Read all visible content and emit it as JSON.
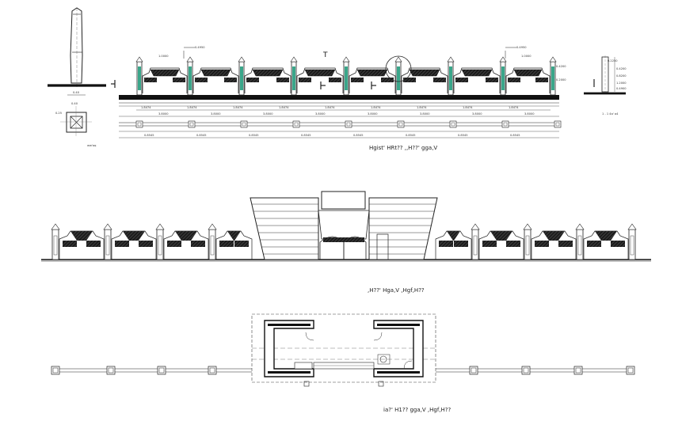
{
  "drawing": {
    "section": {
      "caption": "Hgist' HRt?? ,,H??' gga,V",
      "top_mark": "T",
      "section_mark": "T"
    },
    "column_detail": {
      "caption": "ww'aq",
      "dimension": "0.40",
      "small_text": "0.25"
    },
    "side_detail": {
      "caption": "1 - 1   4a' a4",
      "dims": [
        "0.2250",
        "0.4200",
        "0.8200",
        "1.2000",
        "0.4900",
        "0.2000"
      ]
    },
    "elevation": {
      "caption": ",H??' Hga,V ,Hgf,H??"
    },
    "plan": {
      "caption": "ia?' H1?? gga,V ,Hgf,H??"
    },
    "section_labels": {
      "span_top": [
        "1.8474",
        "1.8474",
        "1.8474",
        "1.8474",
        "1.8474",
        "1.8474",
        "1.8474",
        "1.8474",
        "1.8474"
      ],
      "span_mid": [
        "3.8000",
        "3.8000",
        "3.8000",
        "3.8000",
        "3.8000",
        "3.8000",
        "3.8000",
        "3.8000"
      ],
      "span_bot": [
        "0.8545",
        "0.8545",
        "0.8545",
        "0.8545",
        "0.8545",
        "0.8545",
        "0.8545",
        "0.8545"
      ],
      "levels": [
        "0.4950",
        "0.4950",
        "1.0000",
        "0.4200",
        "0.2000"
      ]
    }
  }
}
